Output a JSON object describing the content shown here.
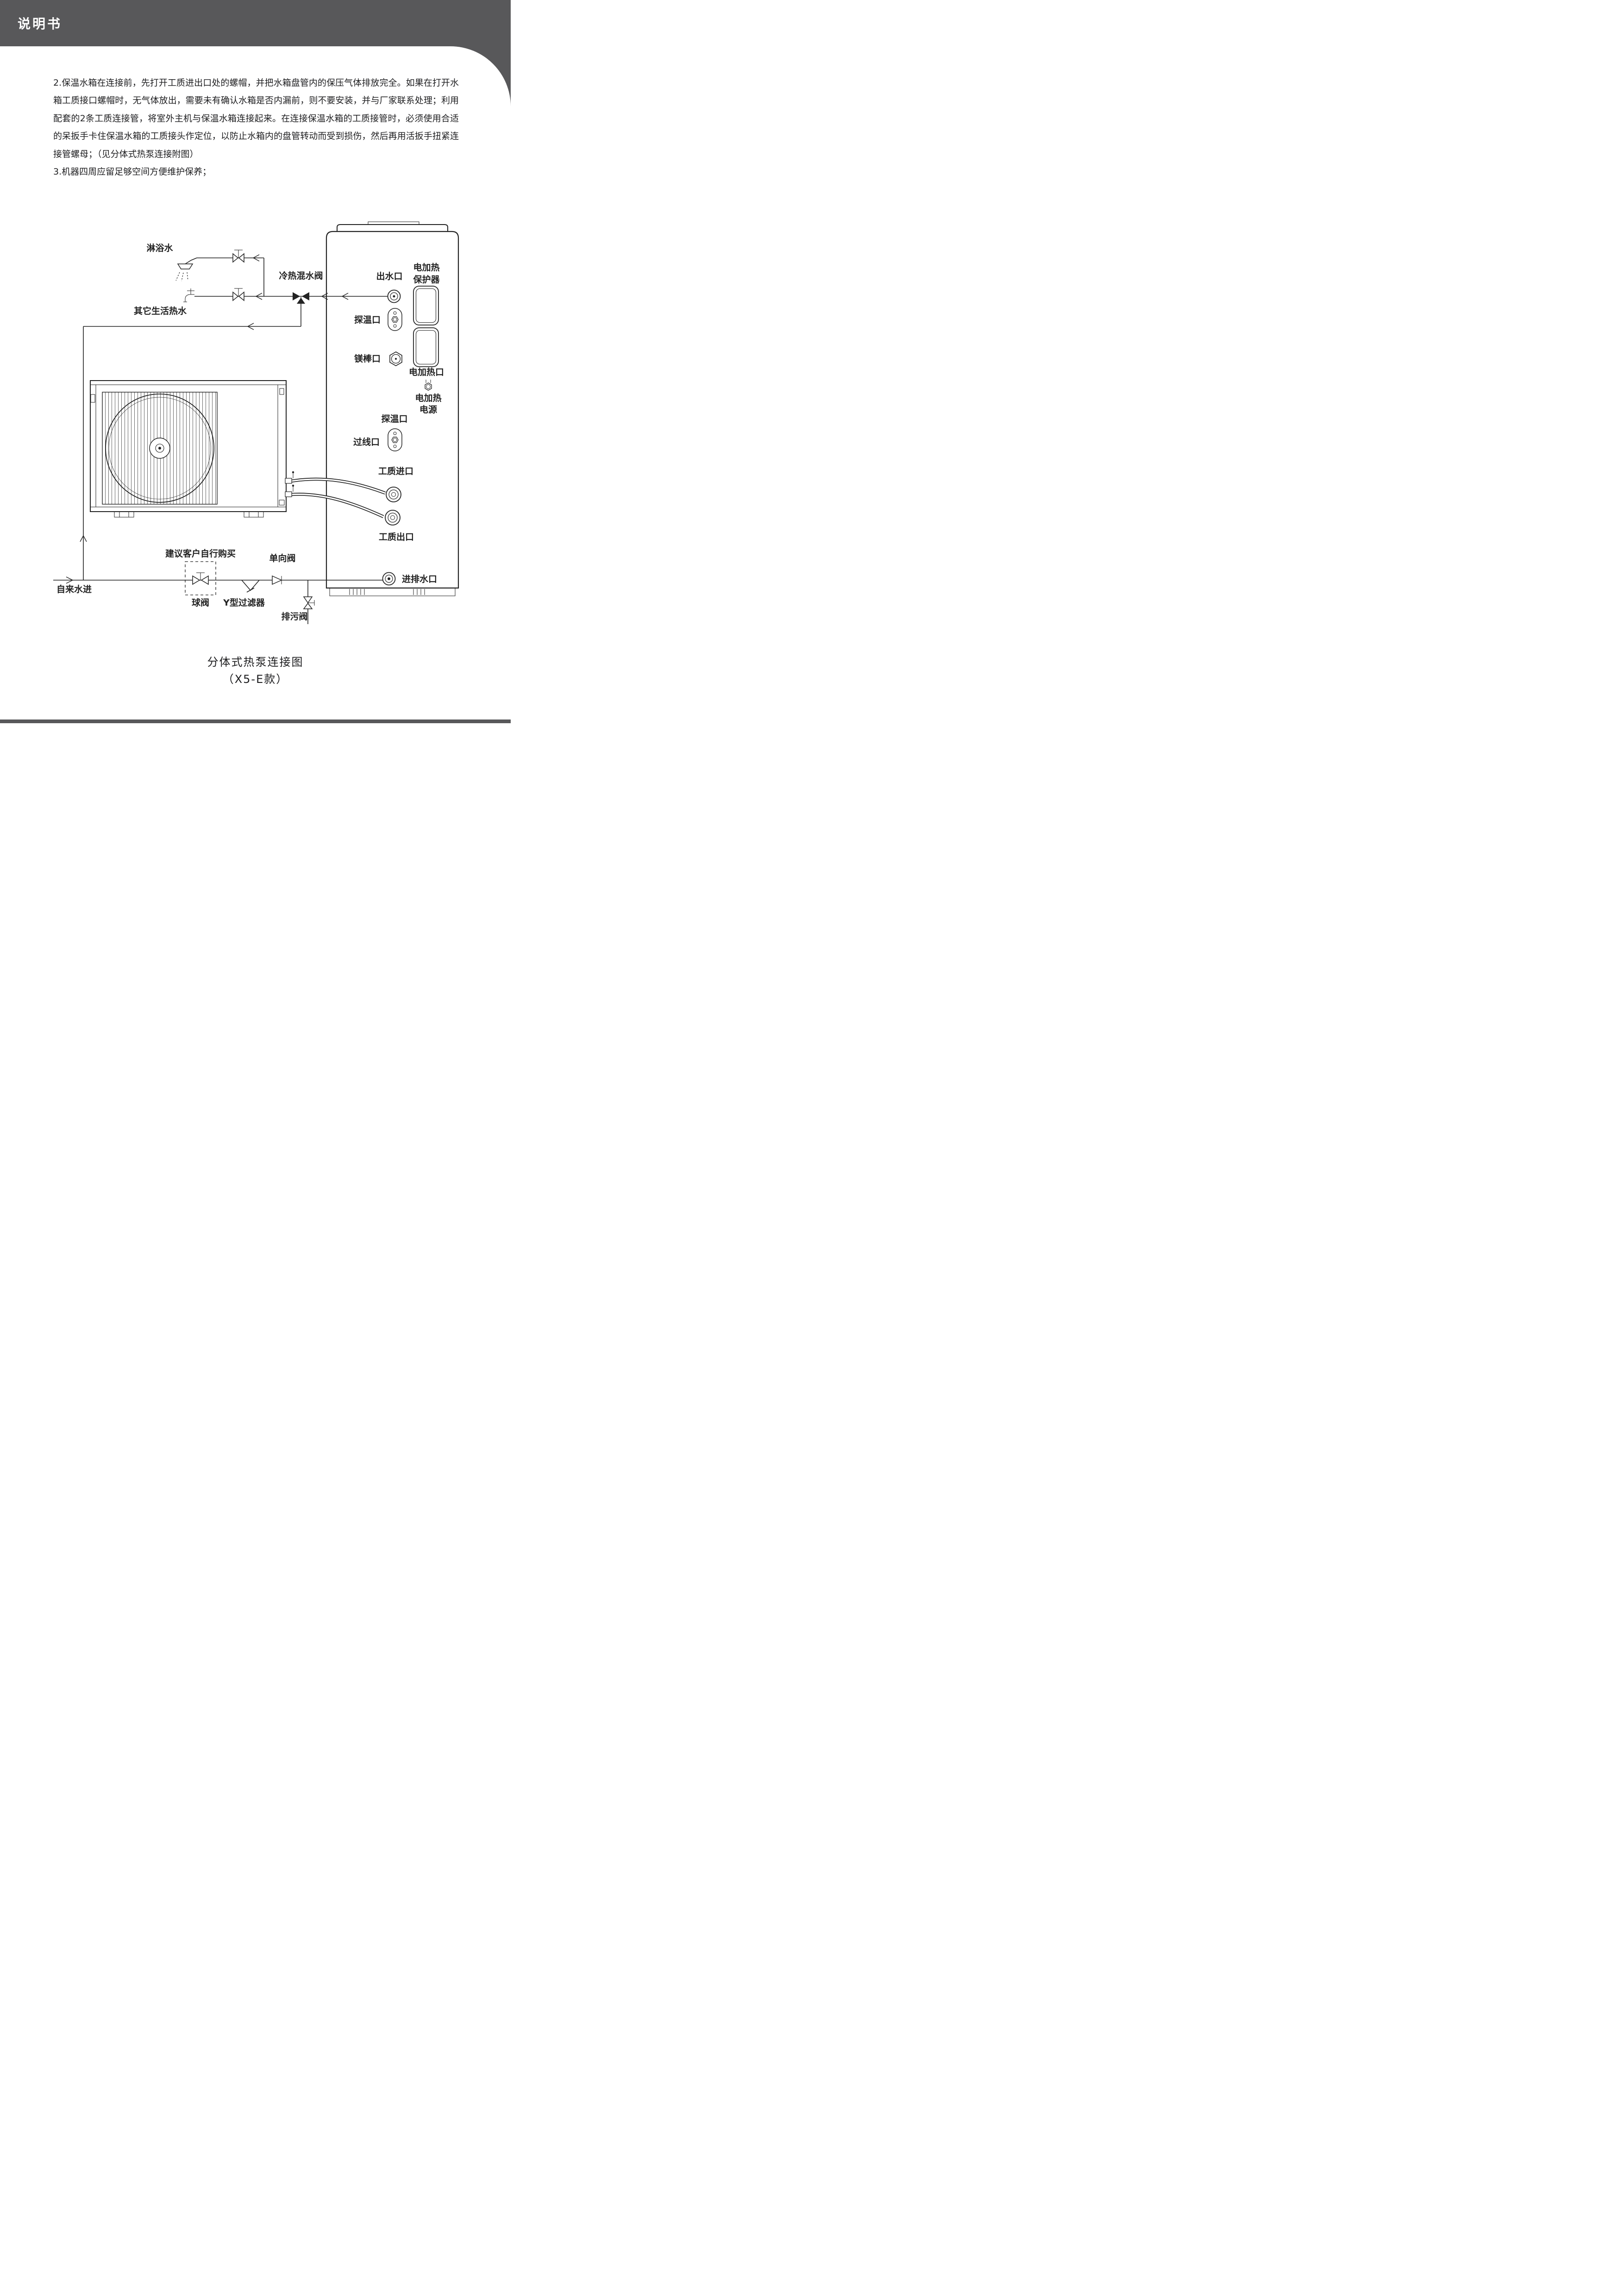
{
  "page": {
    "header_title": "说明书",
    "caption_line1": "分体式热泵连接图",
    "caption_line2": "（X5-E款）"
  },
  "colors": {
    "header_gray": "#58585a",
    "ink": "#232323",
    "paper": "#ffffff"
  },
  "instructions": {
    "item2": "2.保温水箱在连接前，先打开工质进出口处的螺帽，并把水箱盘管内的保压气体排放完全。如果在打开水箱工质接口螺帽时，无气体放出，需要未有确认水箱是否内漏前，则不要安装，并与厂家联系处理；利用配套的2条工质连接管，将室外主机与保温水箱连接起来。在连接保温水箱的工质接管时，必须使用合适的呆扳手卡住保温水箱的工质接头作定位，以防止水箱内的盘管转动而受到损伤，然后再用活扳手扭紧连接管螺母；（见分体式热泵连接附图）",
    "item3": "3.机器四周应留足够空间方便维护保养；"
  },
  "diagram": {
    "labels": {
      "shower_water": "淋浴水",
      "other_hot_water": "其它生活热水",
      "mixing_valve": "冷热混水阀",
      "water_outlet": "出水口",
      "heater_protector_line1": "电加热",
      "heater_protector_line2": "保护器",
      "temp_probe_top": "探温口",
      "mg_rod": "镁棒口",
      "heater_port": "电加热口",
      "heater_power_line1": "电加热",
      "heater_power_line2": "电源",
      "temp_probe_mid": "探温口",
      "wire_port": "过线口",
      "medium_inlet": "工质进口",
      "medium_outlet": "工质出口",
      "inlet_drain": "进排水口",
      "customer_buy": "建议客户自行购买",
      "ball_valve": "球阀",
      "y_filter": "Y型过滤器",
      "check_valve": "单向阀",
      "drain_valve": "排污阀",
      "tap_water": "自来水进"
    }
  }
}
